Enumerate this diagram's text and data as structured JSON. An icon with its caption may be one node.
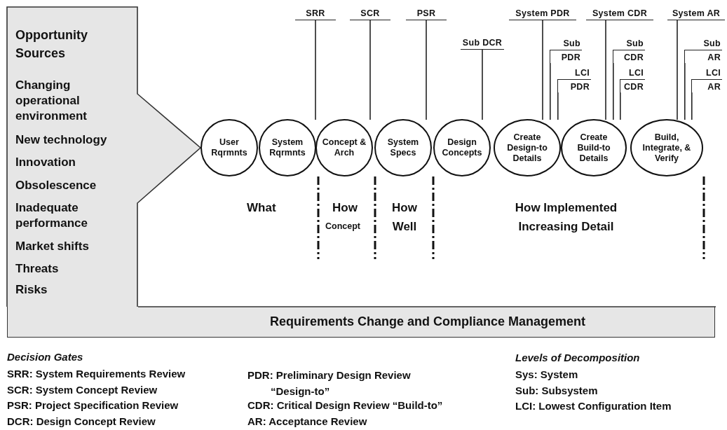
{
  "diagram": {
    "nodes": [
      {
        "text": [
          "Opportunity Sources",
          "Changing operational environment",
          "New technology",
          "Innovation",
          "Obsolescence",
          "Inadequate performance",
          "Market shifts",
          "Threats",
          "Risks"
        ]
      },
      {
        "text": [
          "SRR"
        ]
      },
      {
        "text": [
          "SCR"
        ]
      },
      {
        "text": [
          "PSR"
        ]
      },
      {
        "text": [
          "Sub DCR"
        ]
      },
      {
        "text": [
          "System PDR"
        ]
      },
      {
        "text": [
          "Sub",
          "PDR"
        ]
      },
      {
        "text": [
          "LCI",
          "PDR"
        ]
      },
      {
        "text": [
          "System CDR"
        ]
      },
      {
        "text": [
          "Sub",
          "CDR"
        ]
      },
      {
        "text": [
          "LCI",
          "CDR"
        ]
      },
      {
        "text": [
          "System AR"
        ]
      },
      {
        "text": [
          "Sub",
          "AR"
        ]
      },
      {
        "text": [
          "LCI",
          "AR"
        ]
      },
      {
        "text": [
          "User Rqrmnts"
        ]
      },
      {
        "text": [
          "System Rqrmnts"
        ]
      },
      {
        "text": [
          "Concept & Arch"
        ]
      },
      {
        "text": [
          "System Specs"
        ]
      },
      {
        "text": [
          "Design Concepts"
        ]
      },
      {
        "text": [
          "Create Design-to Details"
        ]
      },
      {
        "text": [
          "Create Build-to Details"
        ]
      },
      {
        "text": [
          "Build, Integrate, & Verify"
        ]
      },
      {
        "text": [
          "Requirements Change and Compliance Management"
        ]
      }
    ],
    "edges": [
      {
        "from": 1,
        "to": 15,
        "arrow": "none"
      },
      {
        "from": 2,
        "to": 16,
        "arrow": "none"
      },
      {
        "from": 3,
        "to": 17,
        "arrow": "none"
      },
      {
        "from": 4,
        "to": 18,
        "arrow": "none"
      },
      {
        "from": 5,
        "to": 19,
        "arrow": "none"
      },
      {
        "from": 6,
        "to": 19,
        "arrow": "none"
      },
      {
        "from": 7,
        "to": 19,
        "arrow": "none"
      },
      {
        "from": 8,
        "to": 20,
        "arrow": "none"
      },
      {
        "from": 9,
        "to": 20,
        "arrow": "none"
      },
      {
        "from": 10,
        "to": 20,
        "arrow": "none"
      },
      {
        "from": 11,
        "to": 21,
        "arrow": "none"
      },
      {
        "from": 12,
        "to": 21,
        "arrow": "none"
      },
      {
        "from": 13,
        "to": 21,
        "arrow": "none"
      }
    ],
    "labels": [
      "What",
      "How",
      "Concept",
      "How Well",
      "How Implemented Increasing Detail",
      "Decision Gates",
      "SRR: System Requirements Review",
      "SCR: System Concept Review",
      "PSR: Project Specification Review",
      "DCR: Design Concept Review",
      "PDR: Preliminary Design Review “Design-to”",
      "CDR: Critical Design Review “Build-to”",
      "AR: Acceptance Review",
      "Levels of Decomposition",
      "Sys: System",
      "Sub: Subsystem",
      "LCI: Lowest Configuration Item"
    ]
  }
}
